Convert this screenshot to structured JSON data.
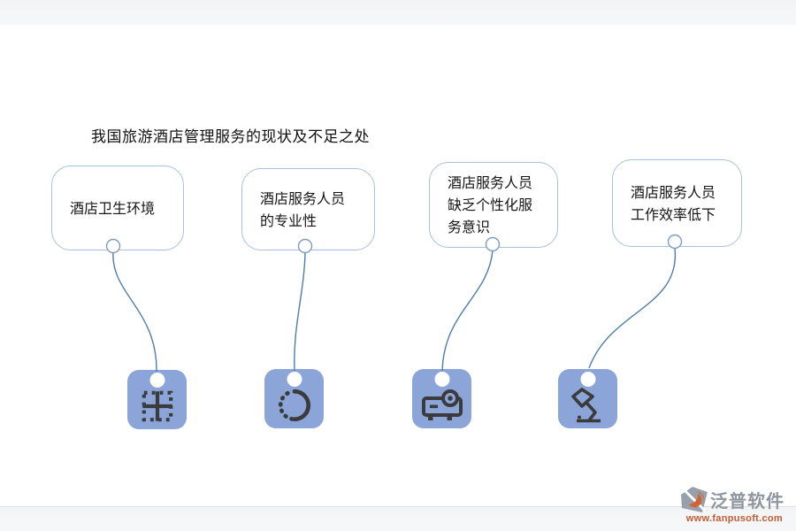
{
  "slide": {
    "title": "我国旅游酒店管理服务的现状及不足之处"
  },
  "items": [
    {
      "label": "酒店卫生环境",
      "icon": "all-borders-icon"
    },
    {
      "label": "酒店服务人员的专业性",
      "icon": "progress-circle-icon"
    },
    {
      "label": "酒店服务人员缺乏个性化服务意识",
      "icon": "projector-icon"
    },
    {
      "label": "酒店服务人员工作效率低下",
      "icon": "desk-lamp-icon"
    }
  ],
  "watermark": {
    "brand": "泛普软件",
    "url": "www.fanpusoft.com"
  },
  "colors": {
    "box_border": "#a9c0dd",
    "connector_line": "#4d7dab",
    "anchor_ring": "#7b9cc2",
    "tile_fill": "#8ba5d9",
    "glyph": "#3b3b3b",
    "watermark_brand": "#8f96a0",
    "watermark_url": "#c65a33"
  }
}
